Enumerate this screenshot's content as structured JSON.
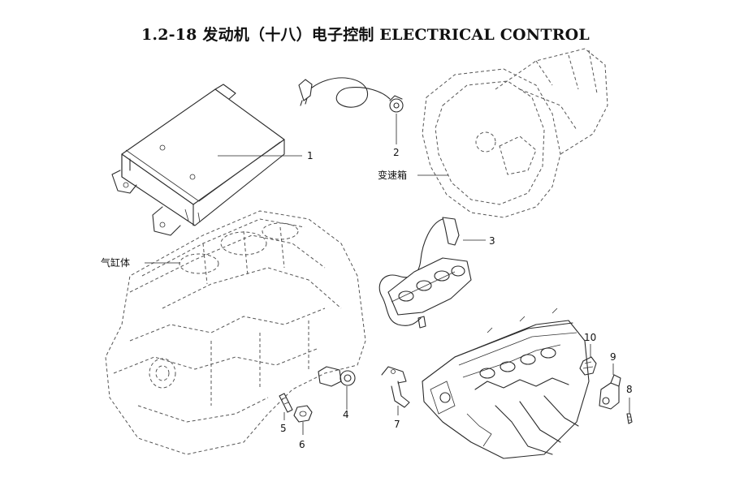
{
  "title": "1.2-18  发动机（十八）电子控制 ELECTRICAL CONTROL",
  "labels": {
    "transmission": "变速箱",
    "cylinder_block": "气缸体"
  },
  "callouts": [
    "1",
    "2",
    "3",
    "4",
    "5",
    "6",
    "7",
    "8",
    "9",
    "10"
  ]
}
